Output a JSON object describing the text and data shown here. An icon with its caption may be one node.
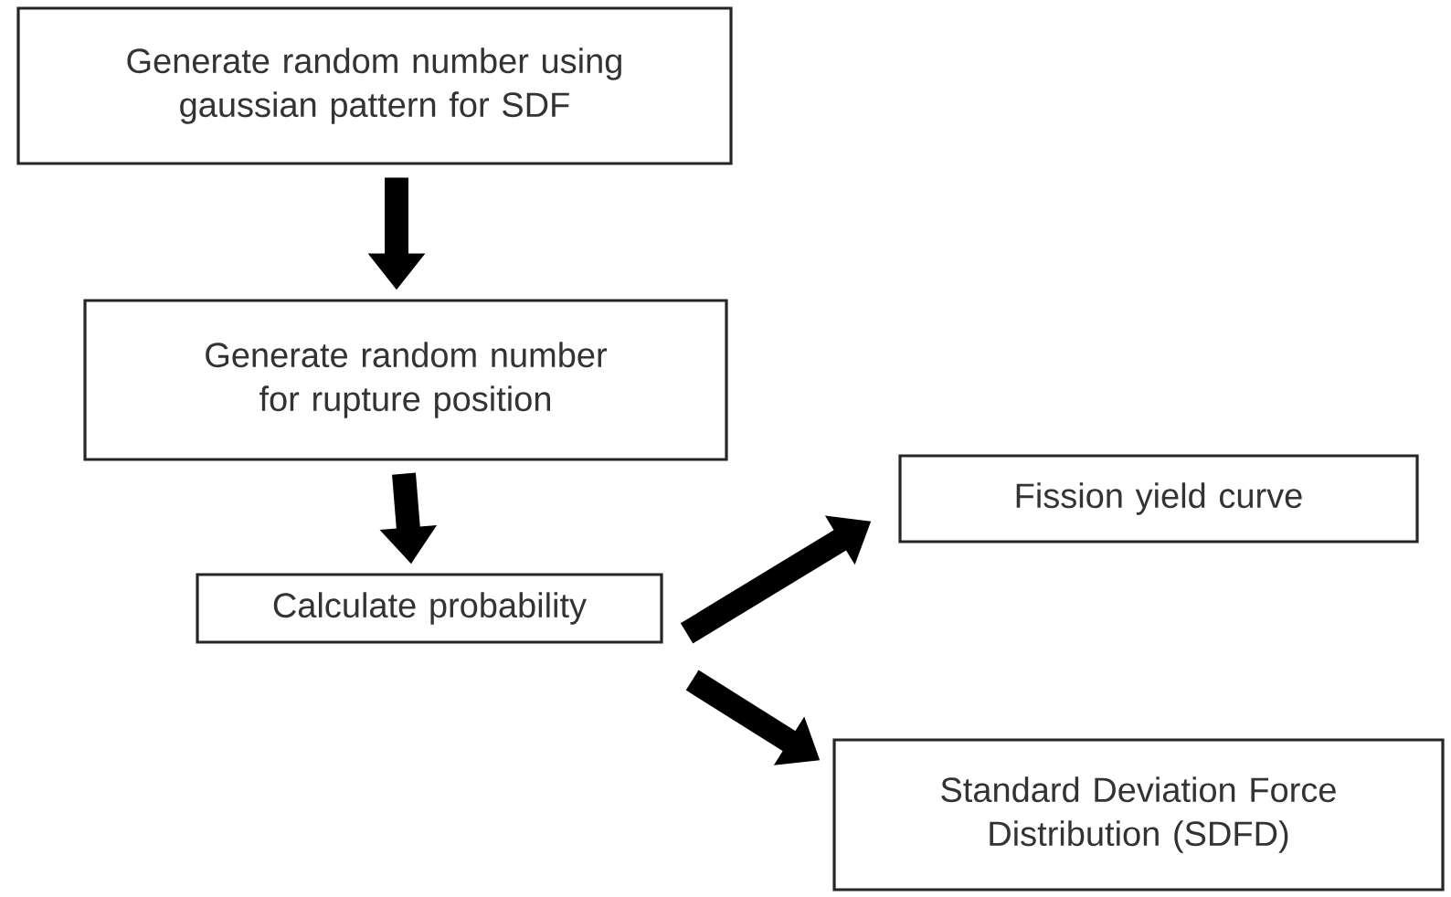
{
  "diagram": {
    "nodes": [
      {
        "text": [
          "Generate random number using gaussian pattern for SDF"
        ]
      },
      {
        "text": [
          "Generate random number for rupture position"
        ]
      },
      {
        "text": [
          "Calculate probability"
        ]
      },
      {
        "text": [
          "Fission yield curve"
        ]
      },
      {
        "text": [
          "Standard Deviation Force Distribution (SDFD)"
        ]
      }
    ],
    "edges": [
      {
        "from": 0,
        "to": 1,
        "arrow": "to"
      },
      {
        "from": 1,
        "to": 2,
        "arrow": "to"
      },
      {
        "from": 2,
        "to": 3,
        "arrow": "to"
      },
      {
        "from": 2,
        "to": 4,
        "arrow": "to"
      }
    ]
  }
}
